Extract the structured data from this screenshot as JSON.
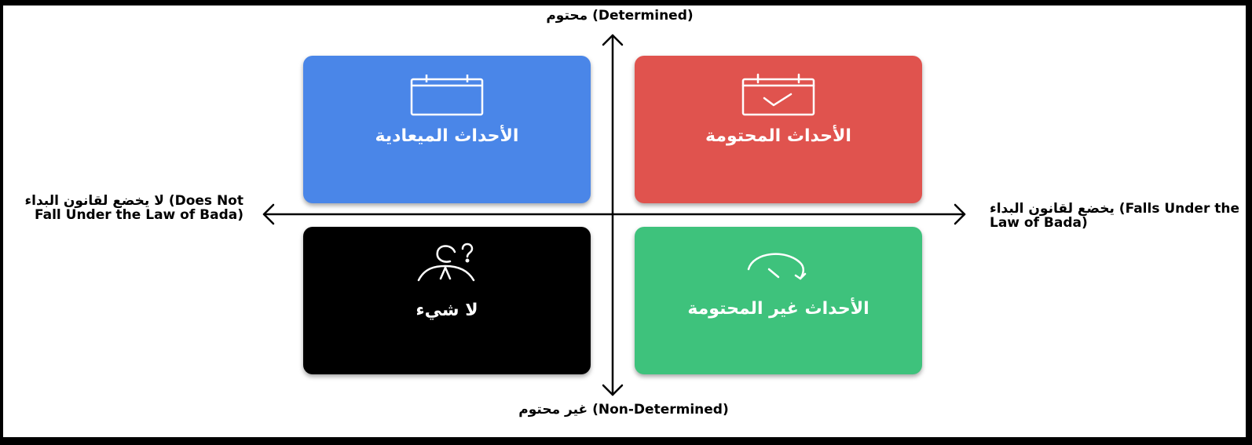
{
  "axes": {
    "top": "محتوم (Determined)",
    "bottom": "غير محتوم (Non-Determined)",
    "left": "لا يخضع لقانون البداء (Does Not Fall Under the Law of Bada)",
    "right": "يخضع لقانون البداء (Falls Under the Law of Bada)"
  },
  "quadrants": {
    "top_left": {
      "label": "الأحداث الميعادية",
      "color": "#4a86e8",
      "icon": "calendar-icon"
    },
    "top_right": {
      "label": "الأحداث المحتومة",
      "color": "#e0534e",
      "icon": "calendar-check-icon"
    },
    "bottom_left": {
      "label": "لا شيء",
      "color": "#000000",
      "icon": "person-question-icon"
    },
    "bottom_right": {
      "label": "الأحداث غير المحتومة",
      "color": "#3ec27c",
      "icon": "arrow-circle-icon"
    }
  }
}
